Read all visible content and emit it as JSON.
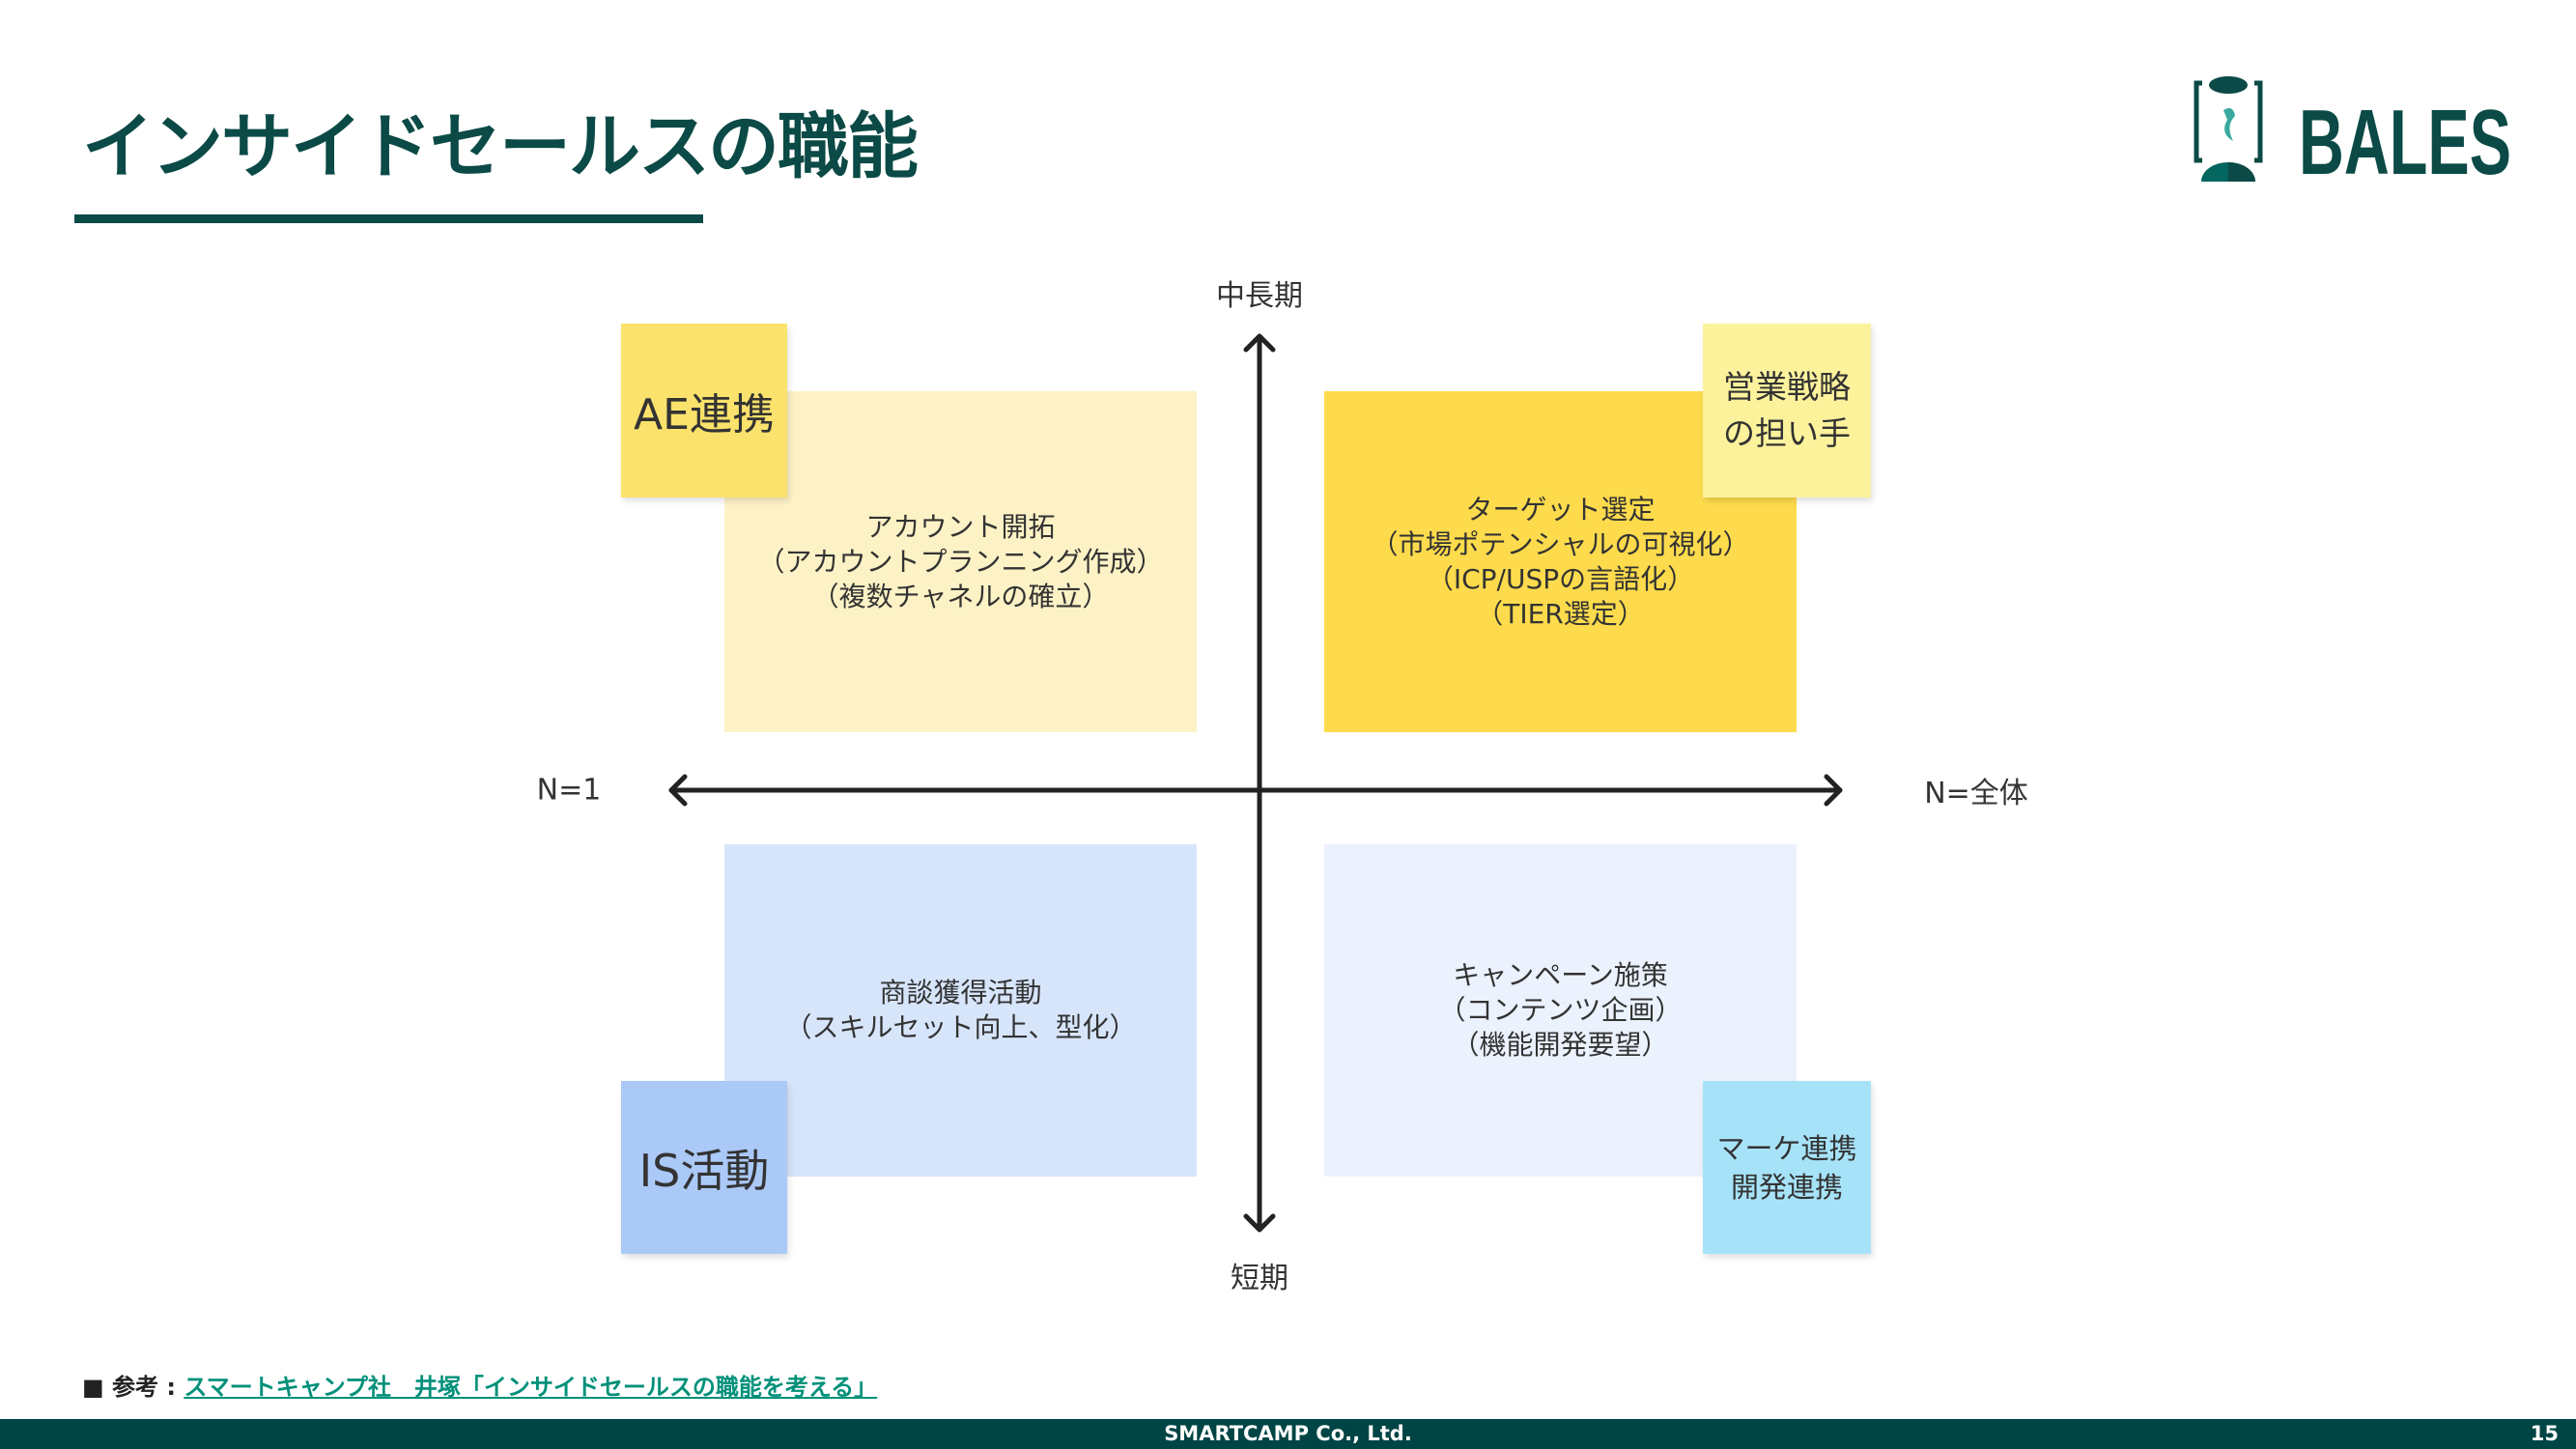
{
  "header": {
    "title": "インサイドセールスの職能",
    "logo_text": "BALES"
  },
  "axes": {
    "top": "中長期",
    "bottom": "短期",
    "left": "N=1",
    "right": "N=全体"
  },
  "quadrants": {
    "top_left": {
      "text": "アカウント開拓\n（アカウントプランニング作成）\n（複数チャネルの確立）",
      "color": "#fdf2c6"
    },
    "top_right": {
      "text": "ターゲット選定\n（市場ポテンシャルの可視化）\n（ICP/USPの言語化）\n（TIER選定）",
      "color": "#fedb4c"
    },
    "bottom_left": {
      "text": "商談獲得活動\n（スキルセット向上、型化）",
      "color": "#d7e5fb"
    },
    "bottom_right": {
      "text": "キャンペーン施策\n（コンテンツ企画）\n（機能開発要望）",
      "color": "#ebf2fd"
    }
  },
  "stickies": {
    "ae": {
      "text": "AE連携",
      "color": "#fbe26c"
    },
    "sales_strategy": {
      "text": "営業戦略\nの担い手",
      "color": "#fdf29c"
    },
    "is": {
      "text": "IS活動",
      "color": "#abc9f7"
    },
    "marketing": {
      "text": "マーケ連携\n開発連携",
      "color": "#a7e3f8"
    }
  },
  "footnote": {
    "prefix": "■ 参考 : ",
    "link": "スマートキャンプ社　井塚「インサイドセールスの職能を考える」"
  },
  "footer": {
    "company": "SMARTCAMP Co., Ltd.",
    "page": "15"
  }
}
